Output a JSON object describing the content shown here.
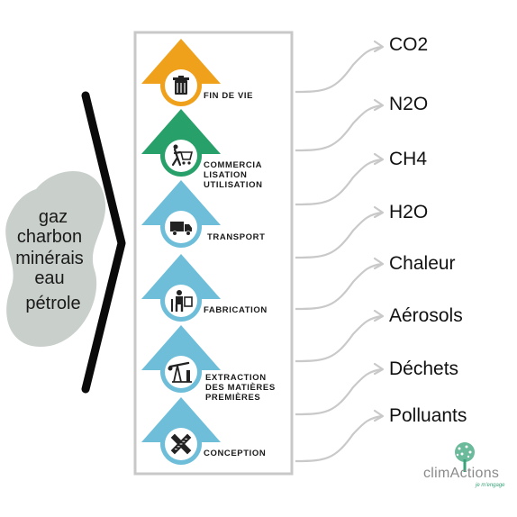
{
  "inputs": [
    "gaz",
    "charbon",
    "minérais",
    "eau",
    "pétrole"
  ],
  "stages": [
    {
      "label": "FIN DE VIE",
      "color": "#f0a11c",
      "icon": "trash-can-icon"
    },
    {
      "label": "COMMERCIA\nLISATION\nUTILISATION",
      "color": "#27a069",
      "icon": "shopping-cart-icon"
    },
    {
      "label": "TRANSPORT",
      "color": "#6ebed9",
      "icon": "truck-icon"
    },
    {
      "label": "FABRICATION",
      "color": "#6ebed9",
      "icon": "factory-worker-icon"
    },
    {
      "label": "EXTRACTION\nDES MATIÈRES\nPREMIÈRES",
      "color": "#6ebed9",
      "icon": "oil-pump-icon"
    },
    {
      "label": "CONCEPTION",
      "color": "#6ebed9",
      "icon": "pencil-ruler-icon"
    }
  ],
  "outputs": [
    "CO2",
    "N2O",
    "CH4",
    "H2O",
    "Chaleur",
    "Aérosols",
    "Déchets",
    "Polluants"
  ],
  "logo": {
    "name": "climActions",
    "tagline": "je m'engage",
    "color": "#3aa37a"
  }
}
